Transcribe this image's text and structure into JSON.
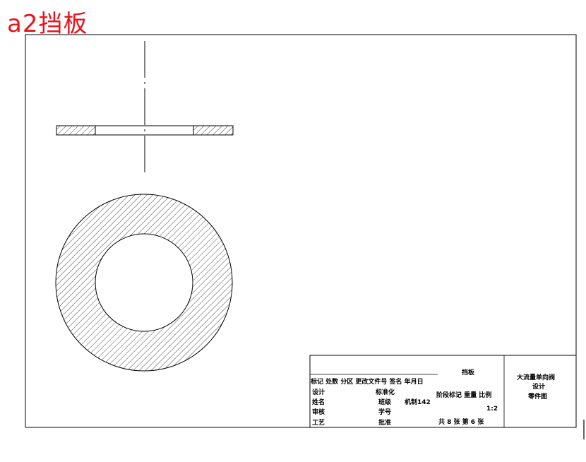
{
  "header": {
    "title": "a2挡板",
    "color": "#e8141b"
  },
  "title_block": {
    "part_name": "挡板",
    "columns_header": "标记 处数 分区 更改文件号 签名 年月日",
    "design_label": "设计",
    "standardization_label": "标准化",
    "stage_header": "阶段标记  重量  比例",
    "name_label": "姓名",
    "class_label": "班级",
    "class_value": "机制142",
    "scale": "1:2",
    "review_label": "审核",
    "student_id_label": "学号",
    "process_label": "工艺",
    "approve_label": "批准",
    "sheet_info": "共 8 张  第 6 张",
    "project_line1": "大流量单向阀",
    "project_line2": "设计",
    "drawing_type": "零件图"
  },
  "colors": {
    "line": "#000000",
    "paper": "#ffffff"
  }
}
